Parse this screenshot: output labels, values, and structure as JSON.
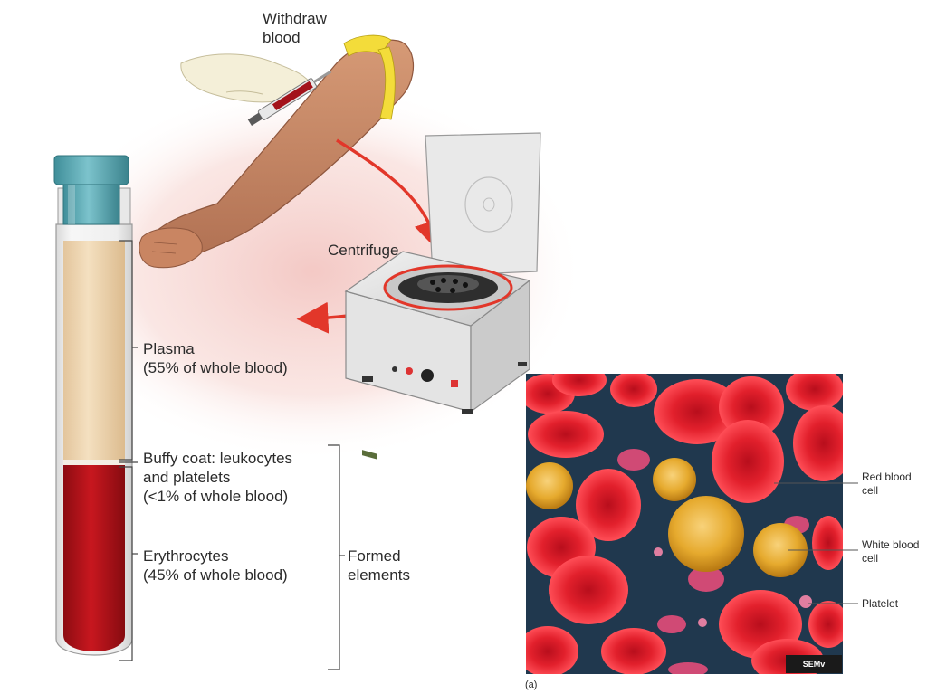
{
  "labels": {
    "withdraw_line1": "Withdraw",
    "withdraw_line2": "blood",
    "centrifuge": "Centrifuge",
    "plasma_line1": "Plasma",
    "plasma_line2": "(55% of whole blood)",
    "buffy_line1": "Buffy coat: leukocytes",
    "buffy_line2": "and platelets",
    "buffy_line3": "(<1% of whole blood)",
    "erythro_line1": "Erythrocytes",
    "erythro_line2": "(45% of whole blood)",
    "formed_line1": "Formed",
    "formed_line2": "elements"
  },
  "micrograph": {
    "label_rbc_line1": "Red blood",
    "label_rbc_line2": "cell",
    "label_wbc_line1": "White blood",
    "label_wbc_line2": "cell",
    "label_platelet": "Platelet",
    "scale_tag": "SEMv",
    "panel_letter": "(a)"
  },
  "colors": {
    "plasma": "#efd7b3",
    "erythrocytes": "#b3131a",
    "buffy_coat": "#f3eee4",
    "tube_cap": "#5aaab4",
    "arrow": "#e2372a",
    "skin": "#c98a66",
    "micrograph_bg": "#20384e",
    "wbc": "#e6aa2e"
  }
}
